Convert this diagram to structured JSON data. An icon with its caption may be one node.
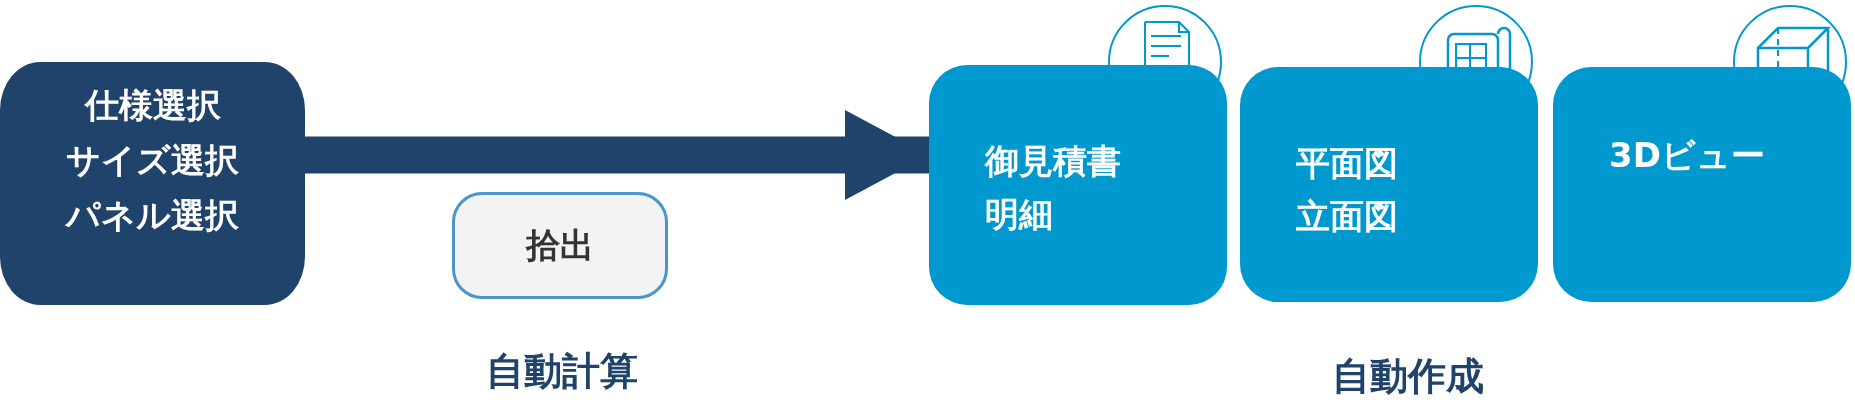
{
  "diagram": {
    "nodes": [
      {
        "text": [
          "仕様選択",
          "サイズ選択",
          "パネル選択"
        ]
      },
      {
        "text": [
          "拾出"
        ]
      },
      {
        "text": [
          "御見積書明細"
        ]
      },
      {
        "text": [
          "平面図立面図"
        ]
      },
      {
        "text": [
          "3Dビュー"
        ]
      }
    ],
    "edges": [
      {
        "from": 0,
        "to": 2,
        "arrow": "to"
      }
    ],
    "labels": [
      "自動計算",
      "自動作成"
    ]
  }
}
